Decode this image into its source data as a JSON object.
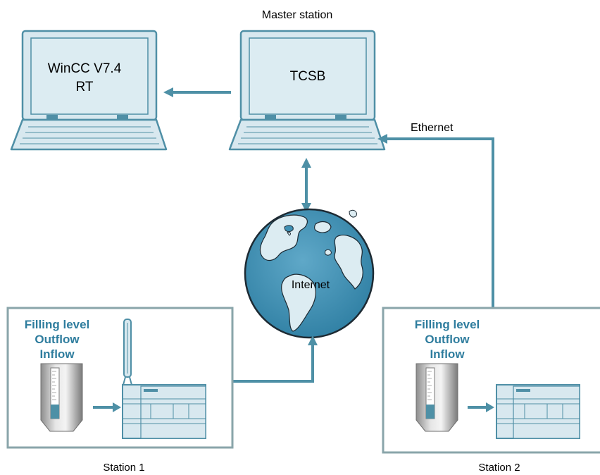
{
  "diagram": {
    "colors": {
      "line": "#4e90a6",
      "device_fill": "#d8e8ef",
      "device_stroke": "#4f8fa6",
      "screen_fill": "#dcecf2",
      "station_box": "#8aa5aa",
      "station_title": "#2f7d9e",
      "ocean": "#3f90b4",
      "land": "#dcecf2"
    },
    "labels": {
      "master_station": "Master station",
      "wincc_line1": "WinCC V7.4",
      "wincc_line2": "RT",
      "tcsb": "TCSB",
      "ethernet": "Ethernet",
      "internet": "Internet",
      "station1": "Station 1",
      "station2": "Station 2"
    },
    "stations": [
      {
        "id": "station1",
        "signals": [
          "Filling level",
          "Outflow",
          "Inflow"
        ]
      },
      {
        "id": "station2",
        "signals": [
          "Filling level",
          "Outflow",
          "Inflow"
        ]
      }
    ],
    "icons": [
      "laptop-icon",
      "laptop-icon",
      "globe-icon",
      "tank-icon",
      "plc-icon",
      "antenna-icon"
    ]
  }
}
